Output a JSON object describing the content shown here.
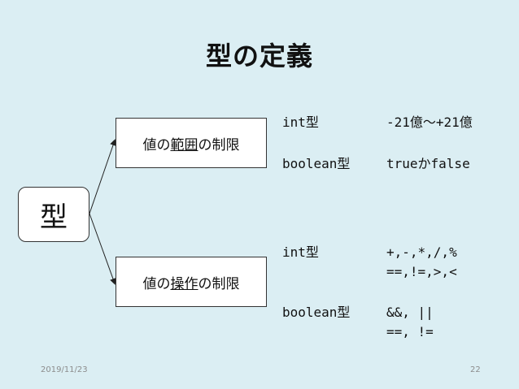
{
  "slide": {
    "title": "型の定義",
    "root_label": "型",
    "range_box": {
      "pre": "値の",
      "underlined": "範囲",
      "post": "の制限"
    },
    "ops_box": {
      "pre": "値の",
      "underlined": "操作",
      "post": "の制限"
    }
  },
  "range_rows": [
    {
      "type": "int型",
      "value": "-21億〜+21億"
    },
    {
      "type": "boolean型",
      "value": "trueかfalse"
    }
  ],
  "ops_rows": [
    {
      "type": "int型",
      "line1": "+,-,*,/,%",
      "line2": "==,!=,>,<"
    },
    {
      "type": "boolean型",
      "line1": "&&, ||",
      "line2": "==, !="
    }
  ],
  "footer": {
    "date": "2019/11/23",
    "page": "22"
  },
  "colors": {
    "background": "#dbeef3",
    "box_fill": "#ffffff",
    "line": "#222222"
  }
}
